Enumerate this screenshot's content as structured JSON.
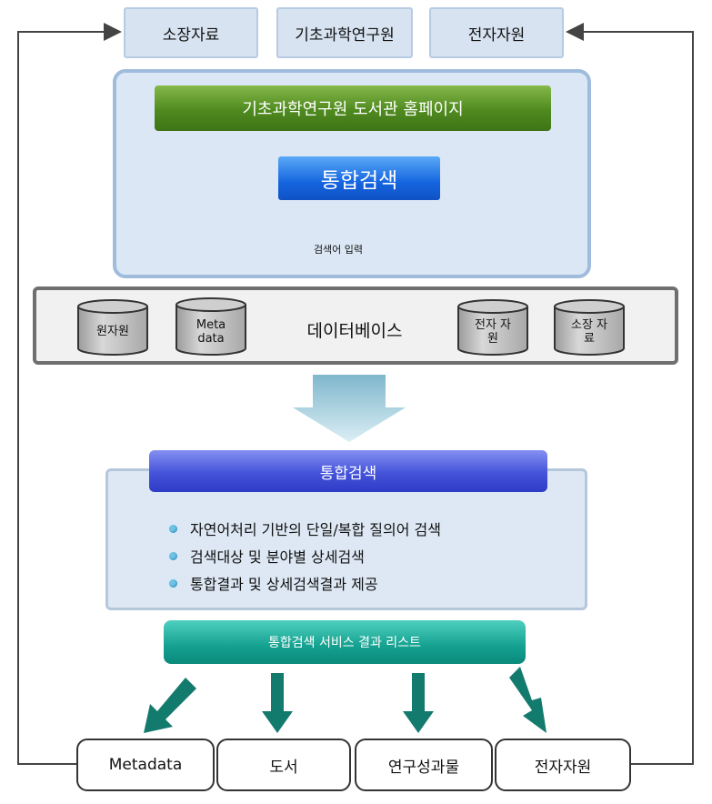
{
  "sources": [
    "소장자료",
    "기초과학연구원",
    "전자자원"
  ],
  "upper": {
    "homepage": "기초과학연구원 도서관 홈페이지",
    "search": "통합검색",
    "input": "검색어 입력"
  },
  "database": {
    "title": "데이터베이스",
    "cylinders": [
      "원자원",
      "Meta data",
      "전자 자원",
      "소장 자료"
    ]
  },
  "lower": {
    "title": "통합검색",
    "bullets": [
      "자연어처리 기반의 단일/복합 질의어 검색",
      "검색대상 및 분야별 상세검색",
      "통합결과 및 상세검색결과 제공"
    ],
    "result_bar": "통합검색 서비스 결과 리스트"
  },
  "outputs": [
    "Metadata",
    "도서",
    "연구성과물",
    "전자자원"
  ],
  "colors": {
    "green": "#4f8a1f",
    "blue": "#1565e0",
    "purple": "#4453d9",
    "teal": "#14a08f",
    "arrow_teal": "#137a6e",
    "big_arrow": "#8fc4d9"
  }
}
